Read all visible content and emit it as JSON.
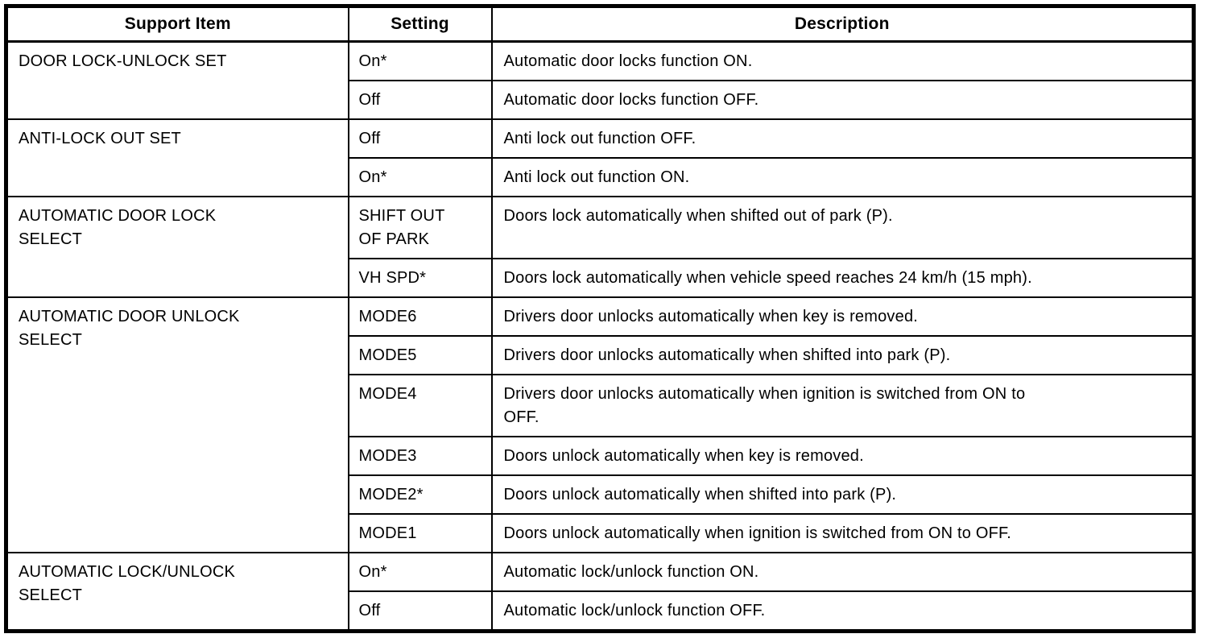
{
  "colors": {
    "border": "#000000",
    "text": "#000000",
    "background": "#ffffff"
  },
  "table": {
    "columns": [
      "Support Item",
      "Setting",
      "Description"
    ],
    "groups": [
      {
        "support_item": "DOOR LOCK-UNLOCK SET",
        "rows": [
          {
            "setting": "On*",
            "description": "Automatic door locks function ON."
          },
          {
            "setting": "Off",
            "description": "Automatic door locks function OFF."
          }
        ]
      },
      {
        "support_item": "ANTI-LOCK OUT SET",
        "rows": [
          {
            "setting": "Off",
            "description": "Anti lock out function OFF."
          },
          {
            "setting": "On*",
            "description": "Anti lock out function ON."
          }
        ]
      },
      {
        "support_item": "AUTOMATIC DOOR LOCK\nSELECT",
        "rows": [
          {
            "setting": "SHIFT OUT\nOF PARK",
            "description": "Doors lock automatically when shifted out of park (P)."
          },
          {
            "setting": "VH SPD*",
            "description": "Doors lock automatically when vehicle speed reaches 24 km/h (15 mph)."
          }
        ]
      },
      {
        "support_item": "AUTOMATIC DOOR UNLOCK\nSELECT",
        "rows": [
          {
            "setting": "MODE6",
            "description": "Drivers door unlocks automatically when key is removed."
          },
          {
            "setting": "MODE5",
            "description": "Drivers door unlocks automatically when shifted into park (P)."
          },
          {
            "setting": "MODE4",
            "description": "Drivers door unlocks automatically when ignition is switched from ON to\nOFF."
          },
          {
            "setting": "MODE3",
            "description": "Doors unlock automatically when key is removed."
          },
          {
            "setting": "MODE2*",
            "description": "Doors unlock automatically when shifted into park (P)."
          },
          {
            "setting": "MODE1",
            "description": "Doors unlock automatically when ignition is switched from ON to OFF."
          }
        ]
      },
      {
        "support_item": "AUTOMATIC LOCK/UNLOCK\nSELECT",
        "rows": [
          {
            "setting": "On*",
            "description": "Automatic lock/unlock function ON."
          },
          {
            "setting": "Off",
            "description": "Automatic lock/unlock function OFF."
          }
        ]
      }
    ]
  }
}
